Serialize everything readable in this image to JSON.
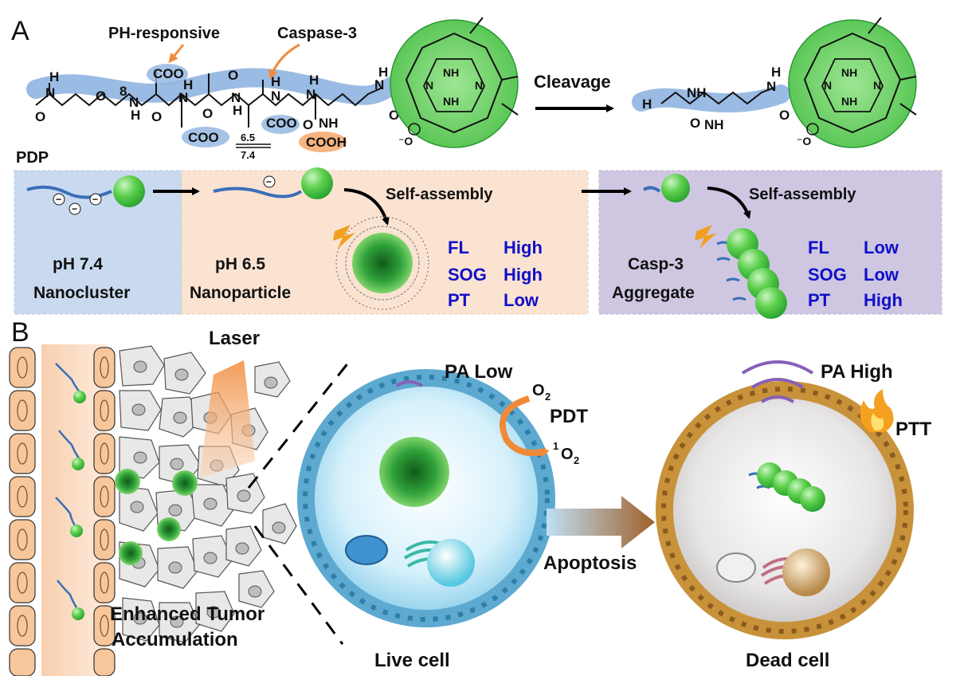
{
  "panel_a": {
    "label": "A",
    "ph_responsive": "PH-responsive",
    "caspase3": "Caspase-3",
    "cleavage": "Cleavage",
    "pdp": "PDP",
    "ph_equilibrium": {
      "forward": "6.5",
      "backward": "7.4",
      "coo_minus": "COO⁻",
      "cooh": "COOH"
    },
    "labels": {
      "coo": "COO",
      "nh2": "NH",
      "h2n": "H",
      "nh": "NH",
      "n": "N",
      "h": "H",
      "o": "O",
      "eight": "8"
    },
    "stage1": {
      "ph": "pH 7.4",
      "form": "Nanocluster"
    },
    "stage2": {
      "ph": "pH 6.5",
      "form": "Nanoparticle"
    },
    "stage3": {
      "enzyme": "Casp-3",
      "form": "Aggregate"
    },
    "self_assembly_1": "Self-assembly",
    "self_assembly_2": "Self-assembly",
    "props_nanoparticle": [
      {
        "name": "FL",
        "level": "High"
      },
      {
        "name": "SOG",
        "level": "High"
      },
      {
        "name": "PT",
        "level": "Low"
      }
    ],
    "props_aggregate": [
      {
        "name": "FL",
        "level": "Low"
      },
      {
        "name": "SOG",
        "level": "Low"
      },
      {
        "name": "PT",
        "level": "High"
      }
    ]
  },
  "panel_b": {
    "label": "B",
    "laser": "Laser",
    "accumulation_line1": "Enhanced Tumor",
    "accumulation_line2": "Accumulation",
    "pa_low": "PA Low",
    "pa_high": "PA High",
    "o2": "O",
    "pdt": "PDT",
    "singlet_o2": "O",
    "apoptosis": "Apoptosis",
    "ptt": "PTT",
    "live_cell": "Live cell",
    "dead_cell": "Dead cell"
  },
  "colors": {
    "green": "#3cb43c",
    "blue_chain": "#8fb4e0",
    "orange": "#f5a060",
    "bg_blue": "#c9daf0",
    "bg_peach": "#fbe3d1",
    "bg_purple": "#cfc7e2",
    "text_blue": "#1010c8"
  }
}
